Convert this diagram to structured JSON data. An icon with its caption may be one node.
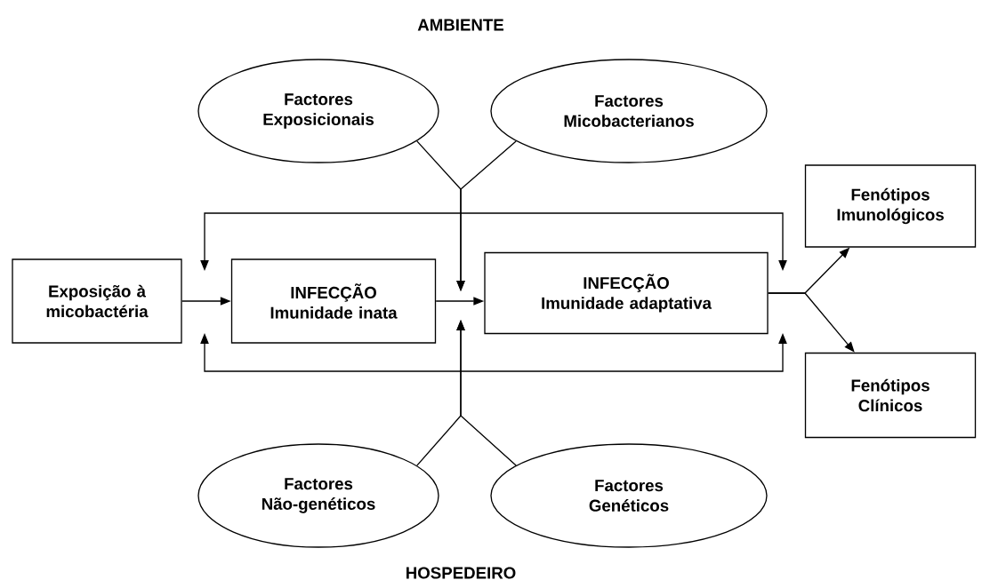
{
  "diagram": {
    "nodes": [
      {
        "text": [
          "Exposição à micobactéria"
        ]
      },
      {
        "text": [
          "INFECÇÃO",
          "Imunidade inata"
        ]
      },
      {
        "text": [
          "INFECÇÃO",
          "Imunidade adaptativa"
        ]
      },
      {
        "text": [
          "Fenótipos Imunológicos"
        ]
      },
      {
        "text": [
          "Fenótipos Clínicos"
        ]
      },
      {
        "text": [
          "Factores Exposicionais"
        ]
      },
      {
        "text": [
          "Factores Micobacterianos"
        ]
      },
      {
        "text": [
          "Factores Não-genéticos"
        ]
      },
      {
        "text": [
          "Factores Genéticos"
        ]
      }
    ],
    "edges": [
      {
        "from": 0,
        "to": 1,
        "arrow": "to"
      },
      {
        "from": 1,
        "to": 2,
        "arrow": "to"
      },
      {
        "from": 2,
        "to": 3,
        "arrow": "to"
      },
      {
        "from": 2,
        "to": 4,
        "arrow": "to"
      },
      {
        "from": 5,
        "to": null,
        "arrow": "to"
      },
      {
        "from": 6,
        "to": null,
        "arrow": "to"
      },
      {
        "from": 7,
        "to": null,
        "arrow": "to"
      },
      {
        "from": 8,
        "to": null,
        "arrow": "to"
      }
    ],
    "labels": [
      "AMBIENTE",
      "HOSPEDEIRO"
    ]
  }
}
